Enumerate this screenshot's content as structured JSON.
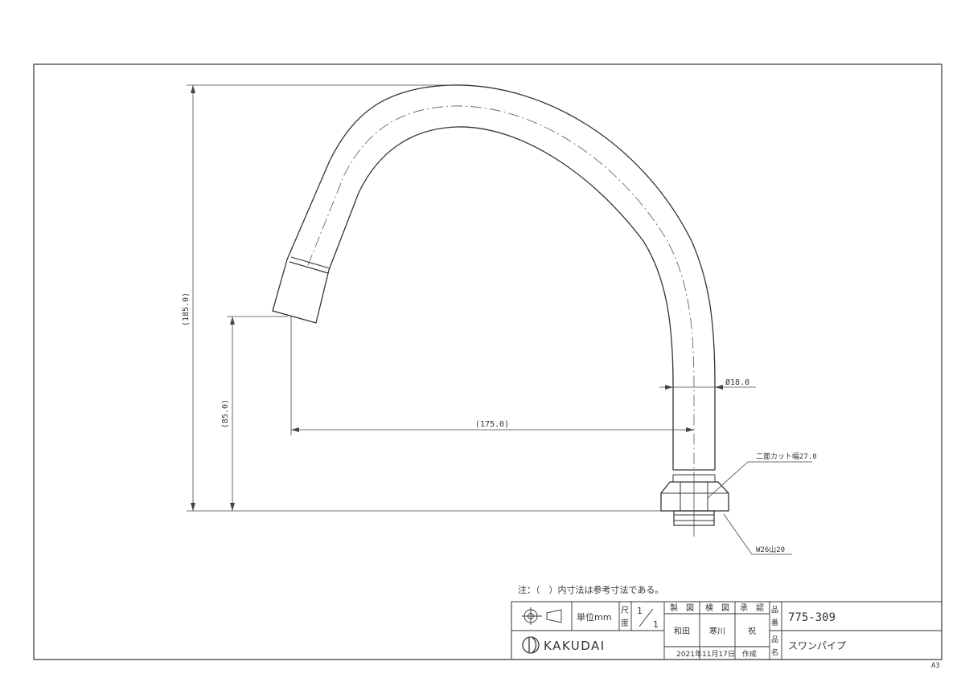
{
  "drawing": {
    "dimensions": {
      "overall_height": "(185.0)",
      "outlet_height": "(85.0)",
      "projection": "(175.0)",
      "pipe_diameter": "Ø18.0",
      "flat_cut_width": "二面カット幅27.0",
      "thread": "W26山20"
    },
    "note": "注：（　）内寸法は参考寸法である。",
    "sheet_size": "A3"
  },
  "title_block": {
    "unit_label": "単位mm",
    "scale_label_top": "尺",
    "scale_label_bottom": "度",
    "scale_num": "1",
    "scale_den": "1",
    "headers": [
      "製　図",
      "検　図",
      "承　認"
    ],
    "names": [
      "和田",
      "寒川",
      "祝"
    ],
    "date_created": "2021年11月17日　作成",
    "part_no_label_top": "品",
    "part_no_label_bottom": "番",
    "part_no": "775-309",
    "part_name_label_top": "品",
    "part_name_label_bottom": "名",
    "part_name": "スワンパイプ",
    "company": "KAKUDAI"
  }
}
